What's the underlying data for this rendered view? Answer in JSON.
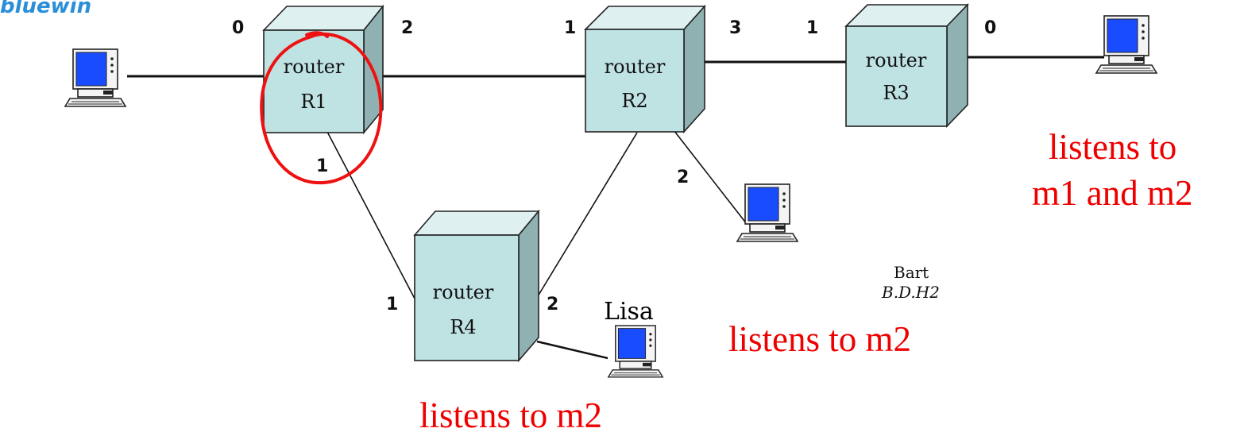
{
  "logo": "bluewin",
  "routers": [
    {
      "id": "R1",
      "line1": "router",
      "line2": "R1"
    },
    {
      "id": "R2",
      "line1": "router",
      "line2": "R2"
    },
    {
      "id": "R3",
      "line1": "router",
      "line2": "R3"
    },
    {
      "id": "R4",
      "line1": "router",
      "line2": "R4"
    }
  ],
  "ports": {
    "r1_left": "0",
    "r1_right": "2",
    "r1_bottom": "1",
    "r2_left": "1",
    "r2_right": "3",
    "r2_bottom": "2",
    "r3_left": "1",
    "r3_right": "0",
    "r4_left": "1",
    "r4_right": "2"
  },
  "hosts": {
    "lisa": "Lisa",
    "bart_name": "Bart",
    "bart_addr": "B.D.H2"
  },
  "annotations": {
    "r3_host_line1": "listens to",
    "r3_host_line2": "m1 and m2",
    "bart": "listens to m2",
    "lisa": "listens to m2"
  },
  "colors": {
    "router_face": "#bfe2e3",
    "router_side": "#8fb1b2",
    "screen": "#1a4cff",
    "annotation": "#ee0000",
    "logo": "#2a8fd8"
  }
}
